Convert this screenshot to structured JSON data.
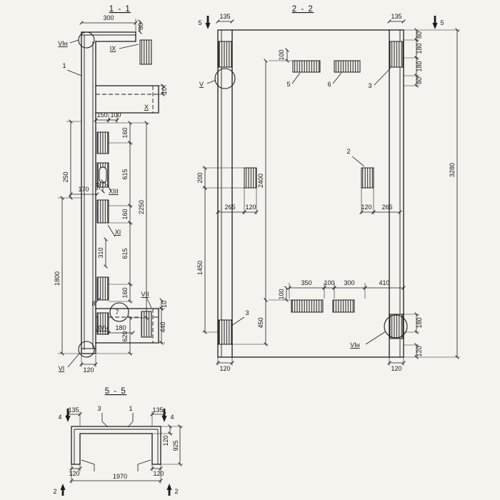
{
  "colors": {
    "background": "#f5f3ee",
    "ink": "#1c1c1c"
  },
  "s11": {
    "title": "1 - 1",
    "dims": {
      "d300": "300",
      "d80": "80",
      "d10t": "10",
      "d150": "150",
      "d100": "100",
      "d160a": "160",
      "d615a": "615",
      "d160b": "160",
      "d615b": "615",
      "d160c": "160",
      "d2250": "2250",
      "d250": "250",
      "d1800": "1800",
      "d170": "170",
      "d50": "50",
      "d310": "310",
      "d10b": "10",
      "d180": "180",
      "d440": "440",
      "d620": "620",
      "d120": "120"
    },
    "marks": {
      "vin": "VIн",
      "ix": "IX",
      "n1": "1",
      "x": "X",
      "xiii": "XIII",
      "xi": "XI",
      "vii": "VII",
      "n8": "8",
      "n7": "7",
      "xvn": "XVн",
      "vi": "VI"
    }
  },
  "s22": {
    "title": "2 - 2",
    "dims": {
      "d135l": "135",
      "d135r": "135",
      "d80a": "80",
      "d180a": "180",
      "d180b": "180",
      "d80b": "80",
      "d100t": "100",
      "d200": "200",
      "d1450": "1450",
      "d2400": "2400",
      "d450": "450",
      "d3280": "3280",
      "d265l": "265",
      "d120l": "120",
      "d120r": "120",
      "d265r": "265",
      "d350": "350",
      "d100m": "100",
      "d300": "300",
      "d410": "410",
      "d100b": "100",
      "d180rb": "180",
      "d120rb": "120",
      "d120bl": "120",
      "d120br": "120"
    },
    "marks": {
      "cut5": "5",
      "n5": "5",
      "n6": "6",
      "n3t": "3",
      "v": "V",
      "n2": "2",
      "n3b": "3",
      "vin": "VIн"
    }
  },
  "s55": {
    "title": "5 - 5",
    "dims": {
      "d135l": "135",
      "d135r": "135",
      "d925": "925",
      "d120r": "120",
      "d120bl": "120",
      "d120br": "120",
      "d1970": "1970"
    },
    "marks": {
      "cut4": "4",
      "cut2": "2",
      "n3": "3",
      "n1": "1"
    }
  }
}
